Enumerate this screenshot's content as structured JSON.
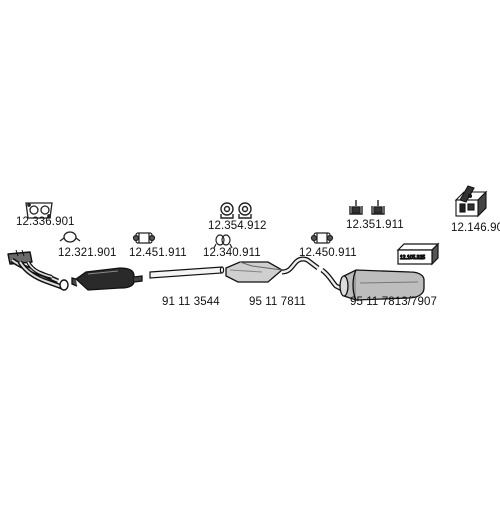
{
  "parts": [
    {
      "id": "gasket",
      "label": "12.336.901"
    },
    {
      "id": "clamp-ring",
      "label": "12.321.901"
    },
    {
      "id": "clamp-1",
      "label": "12.451.911"
    },
    {
      "id": "clamp-2",
      "label": "12.340.911"
    },
    {
      "id": "hangers-pair",
      "label": "12.354.912"
    },
    {
      "id": "clamp-3",
      "label": "12.450.911"
    },
    {
      "id": "hangers-2",
      "label": "12.351.911"
    },
    {
      "id": "mounting-kit",
      "label": "12.146.90"
    },
    {
      "id": "middle-pipe",
      "label": "91 11 3544"
    },
    {
      "id": "center-muffler",
      "label": "95 11 7811"
    },
    {
      "id": "rear-muffler",
      "label": "95 11  7813/7907"
    }
  ],
  "box_tag": "12.105.325"
}
